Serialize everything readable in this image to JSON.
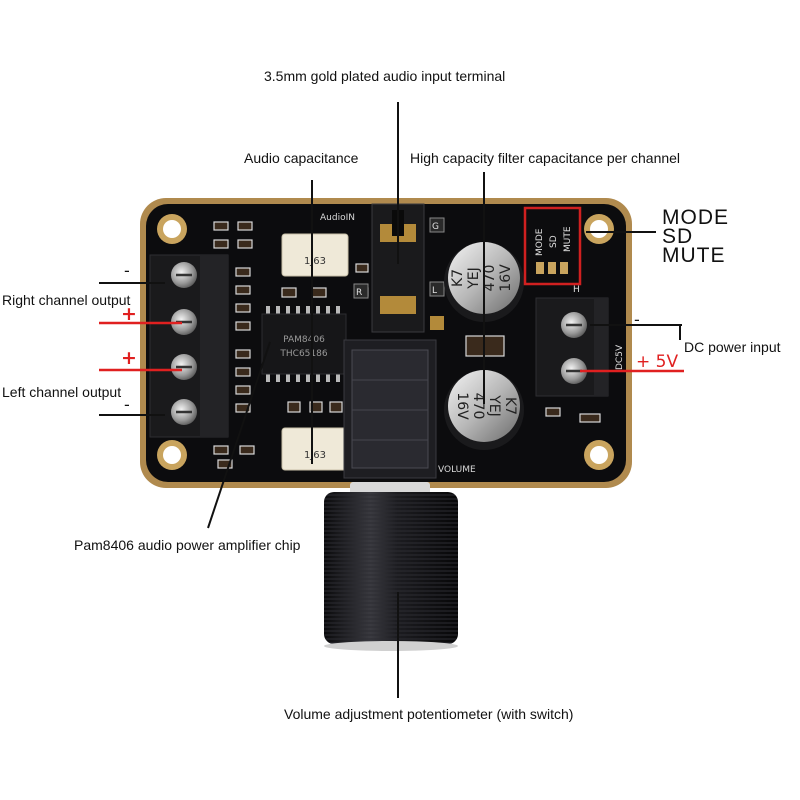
{
  "callouts": {
    "audio_input_terminal": "3.5mm gold plated audio input terminal",
    "audio_capacitance": "Audio capacitance",
    "filter_capacitance": "High capacity filter capacitance per channel",
    "right_channel_output": "Right channel output",
    "left_channel_output": "Left channel output",
    "dc_power_input": "DC power input",
    "amplifier_chip": "Pam8406 audio power amplifier chip",
    "volume_potentiometer": "Volume adjustment potentiometer (with switch)"
  },
  "mode_labels": [
    "MODE",
    "SD",
    "MUTE"
  ],
  "signs": {
    "minus": "-",
    "plus": "+",
    "voltage": "+ 5V"
  },
  "pcb": {
    "audio_in": "AudioIN",
    "g": "G",
    "r": "R",
    "l": "L",
    "h": "H",
    "volume": "VOLUME",
    "dc5v": "DC5V",
    "chip_line1": "PAM8406",
    "chip_line2": "THC65186",
    "small_cap_mark": "1J63",
    "silk_mode": "MODE",
    "silk_sd": "SD",
    "silk_mute": "MUTE",
    "cap_line1": "K7",
    "cap_line2": "YEJ",
    "cap_line3": "470",
    "cap_line4": "16V"
  },
  "colors": {
    "board": "#0c0c0e",
    "board_rim": "#b08a4e",
    "highlight_box": "#d02020",
    "wire_red": "#e02020",
    "terminal": "#1a1a1c",
    "knob": "#151518"
  }
}
